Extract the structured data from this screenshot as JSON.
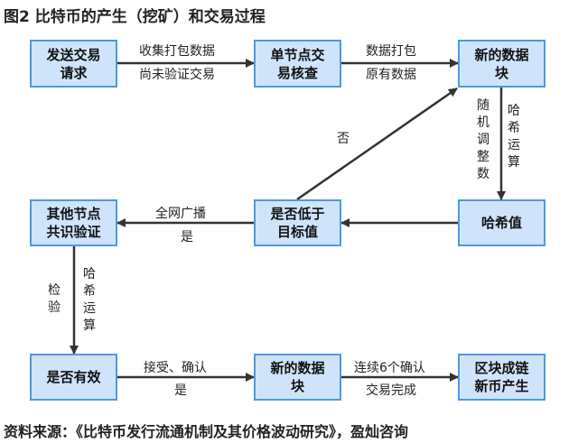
{
  "title": "图2 比特币的产生（挖矿）和交易过程",
  "source": "资料来源：《比特币发行流通机制及其价格波动研究》，盈灿咨询",
  "colors": {
    "box_fill": "#cfe4fb",
    "box_border": "#4a9ae8",
    "arrow": "#333333"
  },
  "nodes": {
    "send_tx": "发送交易请求",
    "single_node_check": "单节点交易核查",
    "new_block_top": "新的数据块",
    "hash_value": "哈希值",
    "below_target": "是否低于目标值",
    "other_nodes_verify": "其他节点共识验证",
    "is_valid": "是否有效",
    "new_block_bottom": "新的数据块",
    "chain_new_coin": "区块成链新币产生"
  },
  "edges": {
    "e1_top": "收集打包数据",
    "e1_bottom": "尚未验证交易",
    "e2_top": "数据打包",
    "e2_bottom": "原有数据",
    "e3_left": "随机调整数",
    "e3_right": "哈希运算",
    "e4_no": "否",
    "e5_top": "全网广播",
    "e5_bottom": "是",
    "e6_left": "检验",
    "e6_right": "哈希运算",
    "e7_top": "接受、确认",
    "e7_bottom": "是",
    "e8_top": "连续6个确认",
    "e8_bottom": "交易完成"
  }
}
